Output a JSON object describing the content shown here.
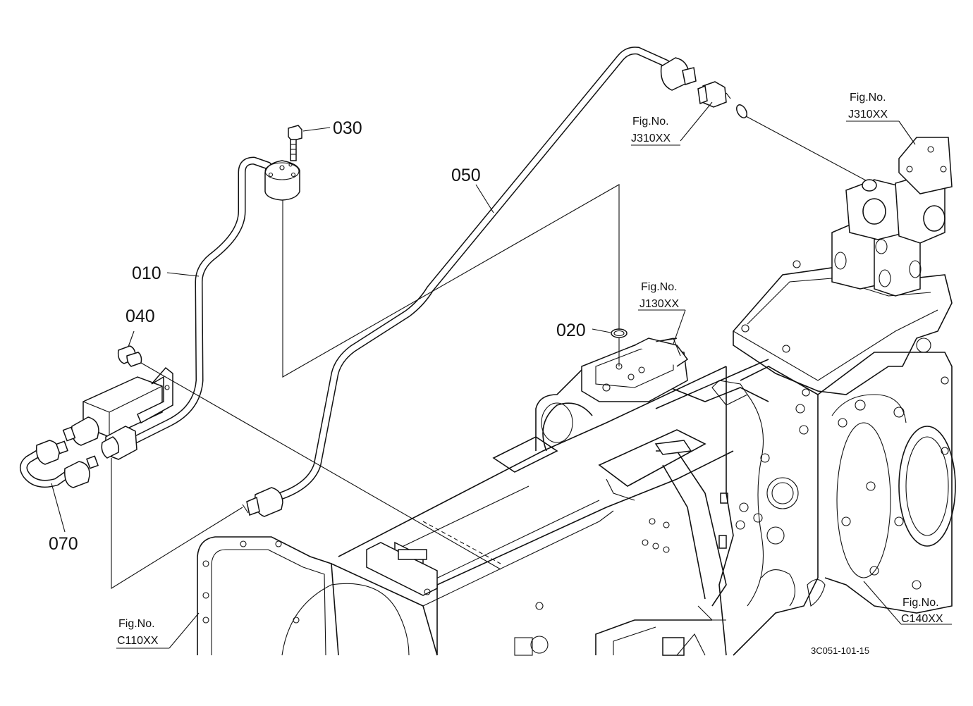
{
  "parts": {
    "p010": "010",
    "p020": "020",
    "p030": "030",
    "p040": "040",
    "p050": "050",
    "p070": "070"
  },
  "fig_refs": {
    "fig_label": "Fig.No.",
    "j310_left": "J310XX",
    "j310_right": "J310XX",
    "j130": "J130XX",
    "c110": "C110XX",
    "c140": "C140XX"
  },
  "drawing_code": "3C051-101-15"
}
